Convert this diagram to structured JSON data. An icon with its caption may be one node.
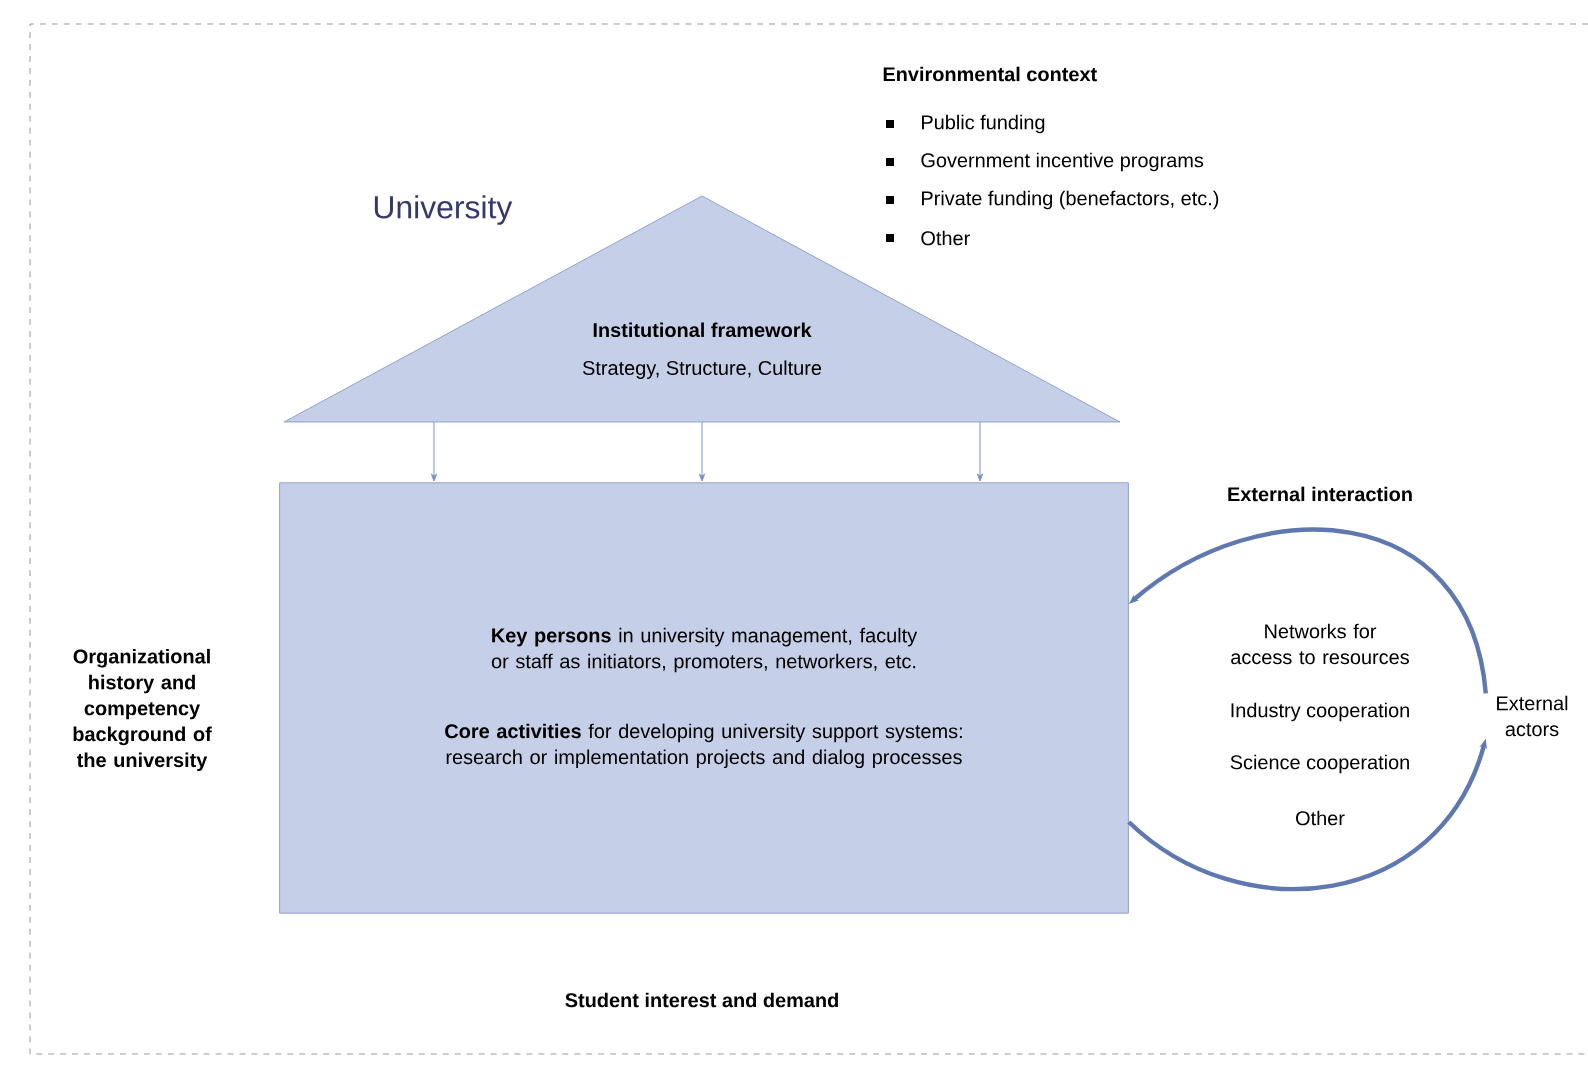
{
  "diagram": {
    "nodes": [
      {
        "text": [
          "Institutional framework",
          "Strategy, Structure, Culture"
        ]
      },
      {
        "text": [
          "**Key persons** in university management, faculty or staff as initiators, promoters, networkers, etc.",
          "**Core activities** for developing university support systems: research or implementation projects and dialog processes"
        ]
      },
      {
        "text": [
          "External actors"
        ]
      }
    ],
    "edges": [
      {
        "from": 0,
        "to": 1,
        "arrow": "to"
      },
      {
        "from": 0,
        "to": 1,
        "arrow": "to"
      },
      {
        "from": 0,
        "to": 1,
        "arrow": "to"
      },
      {
        "from": 2,
        "to": 1,
        "arrow": "to",
        "style": "thick"
      },
      {
        "from": 1,
        "to": 2,
        "arrow": "to",
        "style": "thick"
      }
    ],
    "labels": [
      "Environmental context",
      "Public funding",
      "Government incentive programs",
      "Private funding (benefactors, etc.)",
      "Other",
      "University",
      "External interaction",
      "Organizational history and competency background of the university",
      "Networks for access to resources",
      "Industry cooperation",
      "Science cooperation",
      "Other",
      "Student interest and demand"
    ]
  }
}
